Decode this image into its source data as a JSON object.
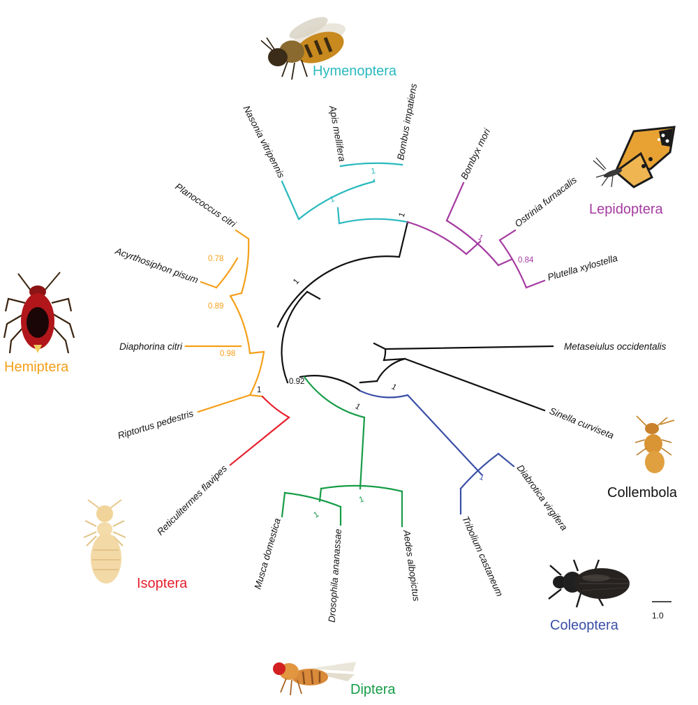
{
  "colors": {
    "hymenoptera": "#2ab9be",
    "lepidoptera": "#a53ba0",
    "hemiptera": "#f5a01a",
    "isoptera": "#e6202e",
    "diptera": "#169c47",
    "coleoptera": "#3a4fa6",
    "collembola": "#111111",
    "backbone": "#111111"
  },
  "icons": [
    "bee-icon",
    "butterfly-icon",
    "aphid-icon",
    "termite-icon",
    "springtail-icon",
    "beetle-icon",
    "fly-icon"
  ],
  "taxa": {
    "nasonia": "Nasonia vitripennis",
    "apis": "Apis mellifera",
    "bombus": "Bombus impatiens",
    "bombyx": "Bombyx mori",
    "ostrinia": "Ostrinia furnacalis",
    "plutella": "Plutella xylostella",
    "metaseiulus": "Metaseiulus occidentalis",
    "sinella": "Sinella curviseta",
    "diabrotica": "Diabrotica virgifera",
    "tribolium": "Tribolium castaneum",
    "aedes": "Aedes albopictus",
    "drosophila": "Drosophila ananassae",
    "musca": "Musca domestica",
    "reticulitermes": "Reticulitermes flavipes",
    "riptortus": "Riptortus pedestris",
    "diaphorina": "Diaphorina citri",
    "acyrthosiphon": "Acyrthosiphon pisum",
    "planococcus": "Planococcus citri"
  },
  "supports": {
    "hym_apis_bombus": "1",
    "hym_nasonia": "1",
    "holometabola": "1",
    "lepi_ostr_plut": "0.84",
    "lepi_bombyx": "1",
    "upper_backbone": "1",
    "insecta": "0.92",
    "hemi_termite": "1",
    "hemi_riptortus": "0.98",
    "hemi_diaphorina": "0.89",
    "hemi_aphid_mealybug": "0.78",
    "coleo_collembola": "1",
    "diptera_coleo": "1",
    "coleoptera": "1",
    "diptera_aedes": "1",
    "diptera_musca_dros": "1"
  },
  "orders": {
    "hymenoptera": "Hymenoptera",
    "lepidoptera": "Lepidoptera",
    "hemiptera": "Hemiptera",
    "isoptera": "Isoptera",
    "diptera": "Diptera",
    "coleoptera": "Coleoptera",
    "collembola": "Collembola"
  },
  "scale": {
    "label": "1.0"
  }
}
